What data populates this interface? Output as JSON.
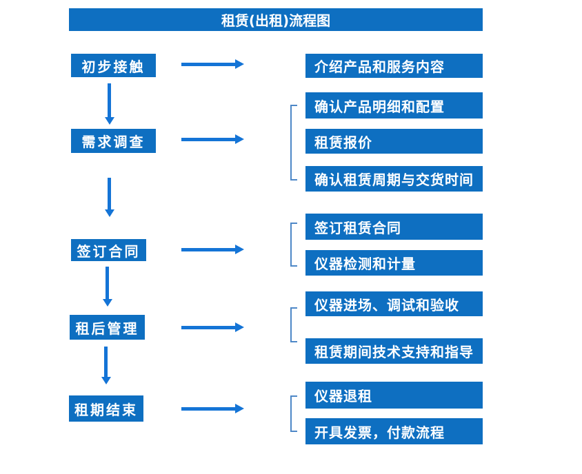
{
  "title": "租赁(出租)流程图",
  "colors": {
    "box": "#0e6fc1",
    "arrow": "#1474d6",
    "bracket": "#4d87c7",
    "text": "#ffffff",
    "page_bg": "#ffffff"
  },
  "steps": [
    {
      "label": "初步接触",
      "details": [
        "介绍产品和服务内容"
      ]
    },
    {
      "label": "需求调查",
      "details": [
        "确认产品明细和配置",
        "租赁报价",
        "确认租赁周期与交货时间"
      ]
    },
    {
      "label": "签订合同",
      "details": [
        "签订租赁合同",
        "仪器检测和计量"
      ]
    },
    {
      "label": "租后管理",
      "details": [
        "仪器进场、调试和验收",
        "租赁期间技术支持和指导"
      ]
    },
    {
      "label": "租期结束",
      "details": [
        "仪器退租",
        "开具发票，付款流程"
      ]
    }
  ]
}
